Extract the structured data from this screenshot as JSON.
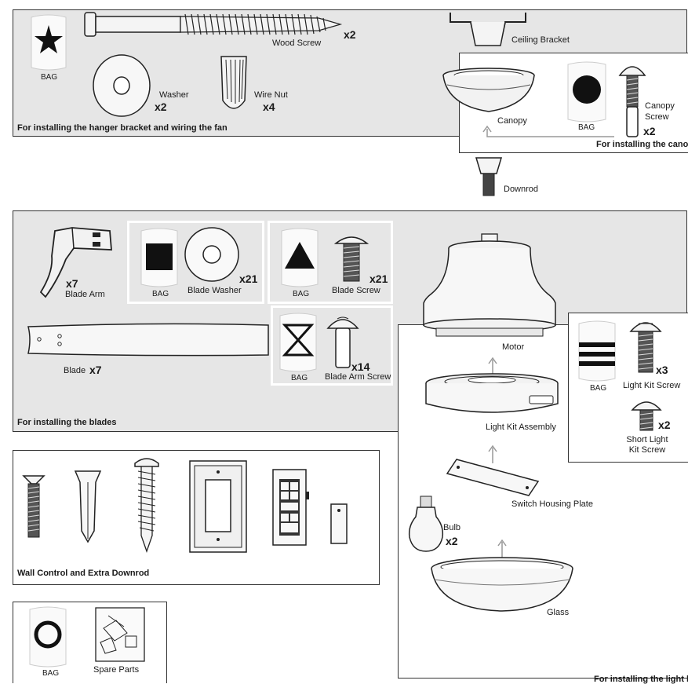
{
  "hardware_panel": {
    "bag_label": "BAG",
    "wood_screw_label": "Wood Screw",
    "wood_screw_qty": "x2",
    "washer_label": "Washer",
    "washer_qty": "x2",
    "wire_nut_label": "Wire Nut",
    "wire_nut_qty": "x4",
    "caption": "For installing the hanger bracket and wiring the fan"
  },
  "ceiling_bracket_label": "Ceiling Bracket",
  "canopy_panel": {
    "canopy_label": "Canopy",
    "bag_label": "BAG",
    "canopy_screw_label": "Canopy Screw",
    "canopy_screw_qty": "x2",
    "caption": "For installing the canopy"
  },
  "downrod_label": "Downrod",
  "blades_panel": {
    "blade_arm_qty": "x7",
    "blade_arm_label": "Blade Arm",
    "blade_label": "Blade",
    "blade_qty": "x7",
    "blade_washer_bag": "BAG",
    "blade_washer_label": "Blade Washer",
    "blade_washer_qty": "x21",
    "blade_screw_bag": "BAG",
    "blade_screw_label": "Blade Screw",
    "blade_screw_qty": "x21",
    "blade_arm_screw_bag": "BAG",
    "blade_arm_screw_label": "Blade Arm Screw",
    "blade_arm_screw_qty": "x14",
    "caption": "For installing the blades"
  },
  "light_kit_panel": {
    "motor_label": "Motor",
    "light_kit_assembly_label": "Light Kit Assembly",
    "switch_housing_plate_label": "Switch Housing Plate",
    "bulb_label": "Bulb",
    "bulb_qty": "x2",
    "glass_label": "Glass",
    "bag_label": "BAG",
    "light_kit_screw_qty": "x3",
    "light_kit_screw_label": "Light Kit Screw",
    "short_light_kit_screw_qty": "x2",
    "short_light_kit_screw_label_1": "Short Light",
    "short_light_kit_screw_label_2": "Kit Screw",
    "caption": "For installing the light kit"
  },
  "wall_control_panel": {
    "caption": "Wall Control and Extra Downrod"
  },
  "spare_panel": {
    "bag_label": "BAG",
    "spare_parts_label": "Spare Parts"
  }
}
